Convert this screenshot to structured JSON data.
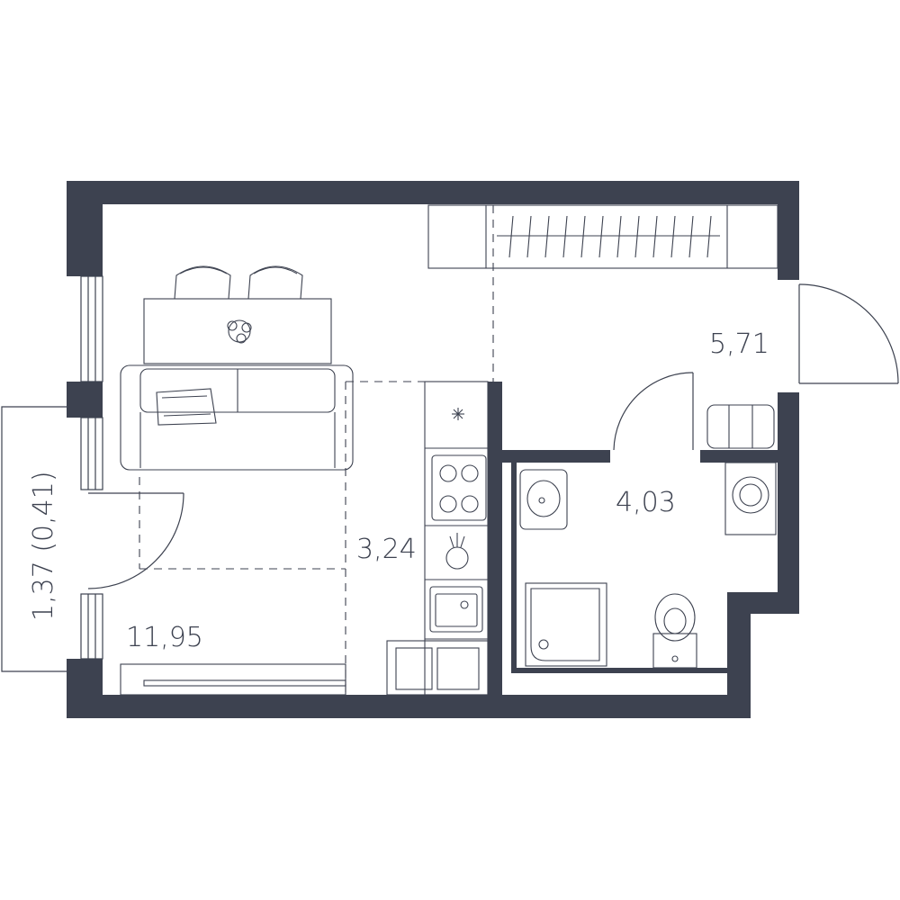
{
  "rooms": {
    "living_area": "11,95",
    "kitchen_area": "3,24",
    "bathroom_area": "4,03",
    "hallway_area": "5,71"
  },
  "balcony": {
    "area_label": "1,37 (0,41)"
  },
  "colors": {
    "wall": "#3d4250",
    "background": "#ffffff"
  }
}
